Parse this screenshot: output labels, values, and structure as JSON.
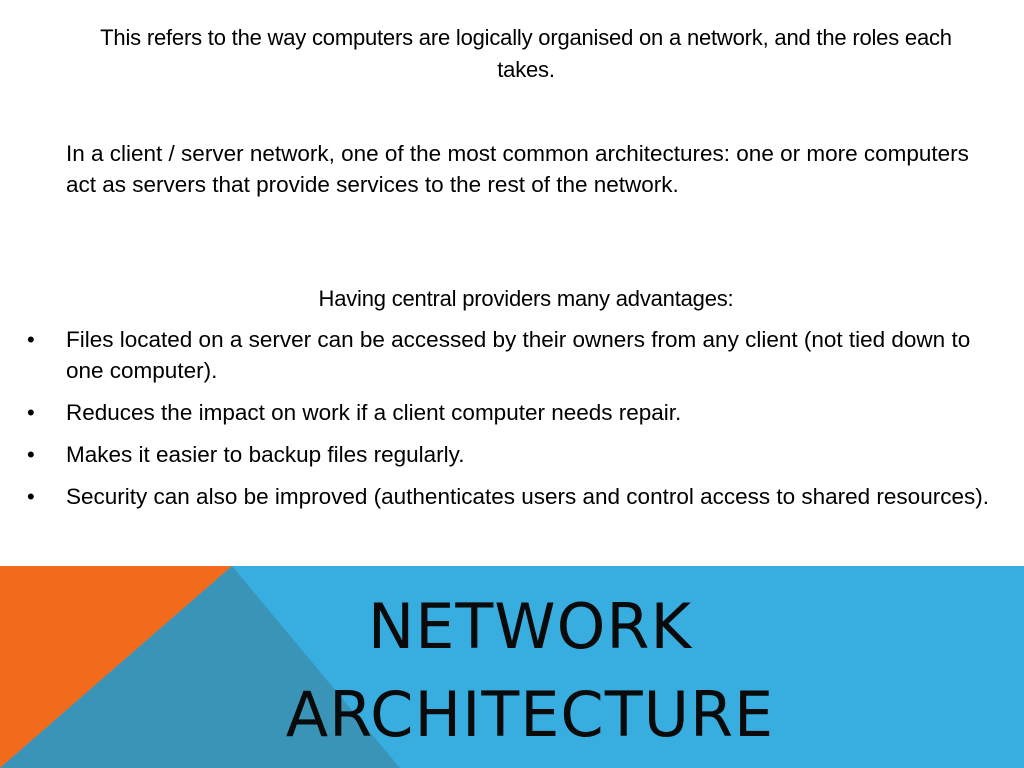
{
  "intro": {
    "text": "This refers to the way computers are logically organised on a network, and the roles each takes."
  },
  "paragraph": {
    "text": "In a client / server network, one of the most common architectures: one or more computers act as servers that provide services to the rest of the network."
  },
  "subheading": {
    "text": "Having central providers many advantages:"
  },
  "bullets": [
    {
      "marker": "•",
      "text": "Files located on a server can be accessed by their owners from any client (not tied down to one computer)."
    },
    {
      "marker": "•",
      "text": "Reduces the impact on work if a client computer needs repair."
    },
    {
      "marker": "•",
      "text": "Makes it easier to backup files regularly."
    },
    {
      "marker": "•",
      "text": "Security can also be improved (authenticates users and control access to shared resources)."
    }
  ],
  "title": {
    "line1": "NETWORK",
    "line2": "ARCHITECTURE"
  },
  "colors": {
    "orange": "#f26b1d",
    "blue_light": "#38aee0",
    "blue_dark": "#3a94b8"
  }
}
